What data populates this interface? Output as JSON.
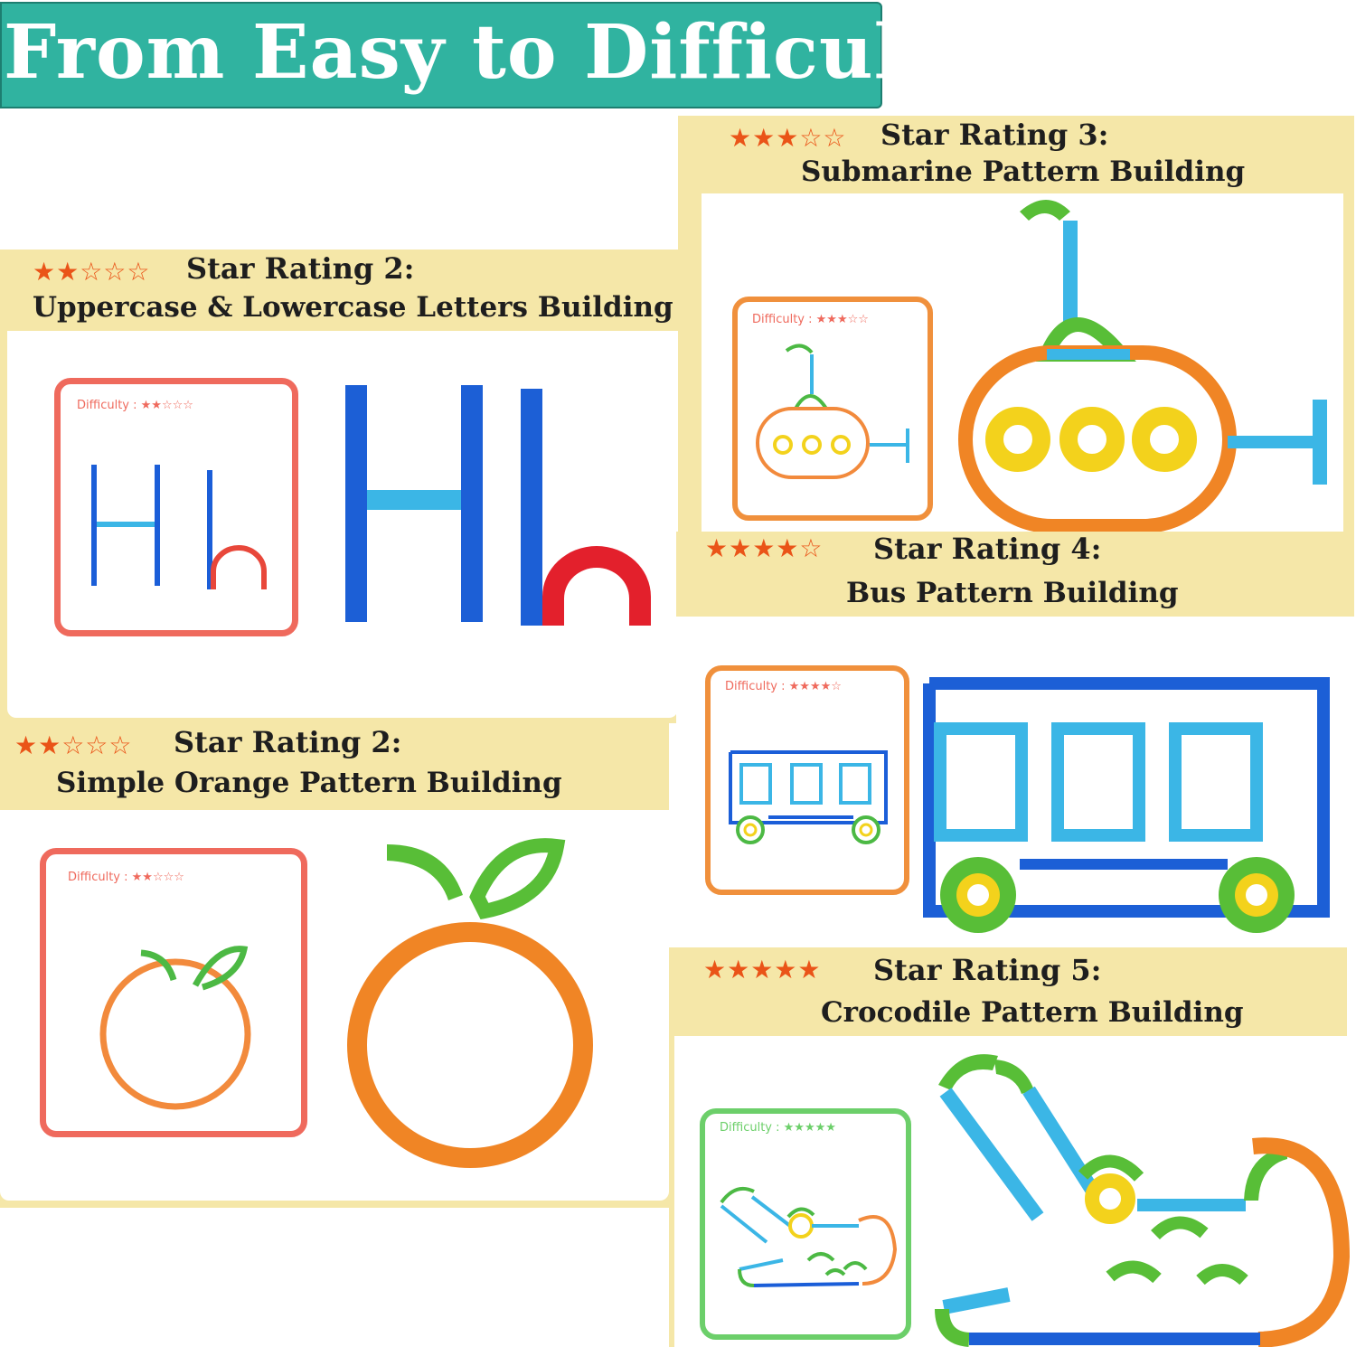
{
  "banner": {
    "title": "From Easy to Difficult"
  },
  "colors": {
    "banner": "#30b3a0",
    "panel": "#f5e7a8",
    "star": "#ea5418"
  },
  "sections": [
    {
      "stars_filled": "★★",
      "stars_empty": "☆☆☆",
      "rating": "Star Rating 2:",
      "subtitle": "Uppercase & Lowercase Letters Building",
      "difficulty_label": "Difficulty :",
      "difficulty_stars": "★★☆☆☆"
    },
    {
      "stars_filled": "★★",
      "stars_empty": "☆☆☆",
      "rating": "Star Rating 2:",
      "subtitle": "Simple Orange Pattern Building",
      "difficulty_label": "Difficulty :",
      "difficulty_stars": "★★☆☆☆"
    },
    {
      "stars_filled": "★★★",
      "stars_empty": "☆☆",
      "rating": "Star Rating 3:",
      "subtitle": "Submarine Pattern Building",
      "difficulty_label": "Difficulty :",
      "difficulty_stars": "★★★☆☆"
    },
    {
      "stars_filled": "★★★★",
      "stars_empty": "☆",
      "rating": "Star Rating 4:",
      "subtitle": "Bus Pattern Building",
      "difficulty_label": "Difficulty :",
      "difficulty_stars": "★★★★☆"
    },
    {
      "stars_filled": "★★★★★",
      "stars_empty": "",
      "rating": "Star Rating 5:",
      "subtitle": "Crocodile Pattern Building",
      "difficulty_label": "Difficulty :",
      "difficulty_stars": "★★★★★"
    }
  ]
}
